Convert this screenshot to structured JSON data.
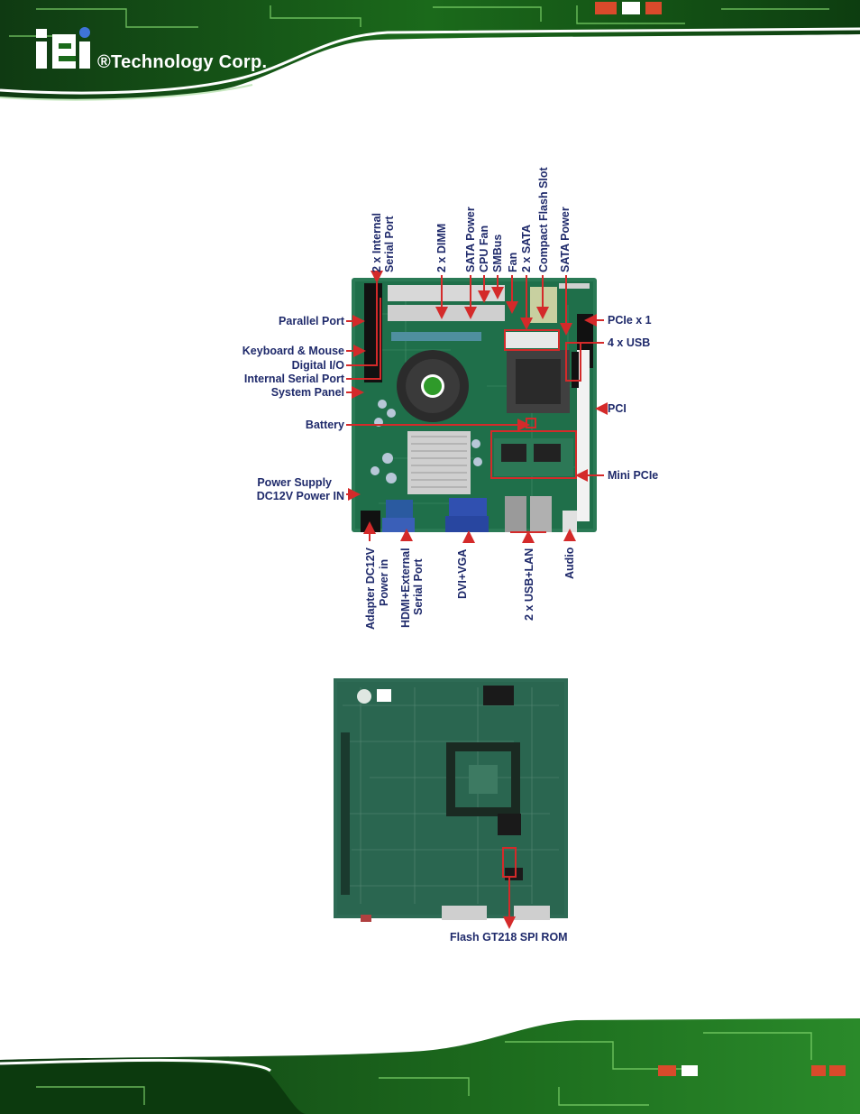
{
  "header": {
    "brand": "®Technology Corp."
  },
  "figure1": {
    "left_labels": [
      "Parallel Port",
      "Keyboard & Mouse",
      "Digital I/O",
      "Internal Serial Port",
      "System Panel",
      "Battery",
      "Power Supply",
      "DC12V Power IN"
    ],
    "right_labels": [
      "PCIe x 1",
      "4 x USB",
      "PCI",
      "Mini PCIe"
    ],
    "top_labels": [
      "2 x Internal",
      "Serial Port",
      "2 x DIMM",
      "SATA Power",
      "CPU Fan",
      "SMBus",
      "Fan",
      "2 x SATA",
      "Compact Flash Slot",
      "SATA Power"
    ],
    "bottom_labels": [
      "Adapter DC12V",
      "Power in",
      "HDMI+External",
      "Serial Port",
      "DVI+VGA",
      "2 x USB+LAN",
      "Audio"
    ]
  },
  "figure2": {
    "label": "Flash GT218 SPI ROM"
  },
  "colors": {
    "pcb": "#1f6f4a",
    "label": "#1f2a6b",
    "callout": "#d42a2a",
    "banner_green": "#2f9a2a"
  }
}
